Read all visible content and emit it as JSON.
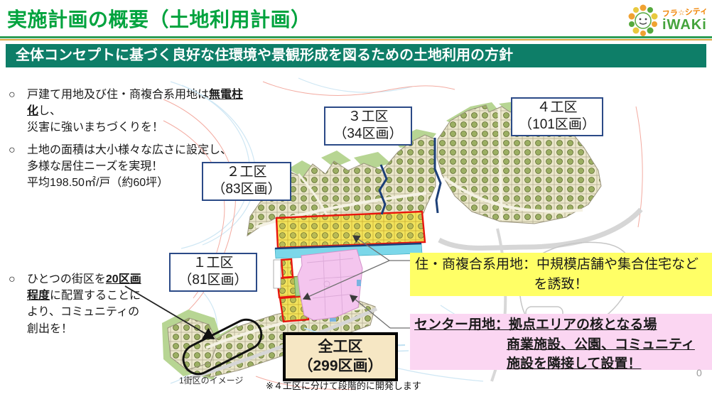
{
  "header": {
    "title": "実施計画の概要（土地利用計画）",
    "banner": "全体コンセプトに基づく良好な住環境や景観形成を図るための土地利用の方針",
    "logo": {
      "top": "フラ☆シティ",
      "bottom": "iWAKi"
    }
  },
  "bullets": [
    {
      "marker": "○",
      "segments": [
        {
          "t": "戸建て用地及び住・商複合系用地は"
        },
        {
          "t": "無電柱化",
          "em": true
        },
        {
          "t": "し、\n災害に強いまちづくりを！"
        }
      ]
    },
    {
      "marker": "○",
      "segments": [
        {
          "t": "土地の面積は大小様々な広さに設定し、\n多様な居住ニーズを実現！\n平均198.50㎡/戸（約60坪）"
        }
      ]
    },
    {
      "marker": "○",
      "segments": [
        {
          "t": "ひとつの街区を"
        },
        {
          "t": "20区画\n程度",
          "em": true
        },
        {
          "t": "に配置することに\nより、コミュニティの\n創出を！"
        }
      ]
    }
  ],
  "map_labels": {
    "zone3": {
      "name": "３工区",
      "count": "（34区画）"
    },
    "zone4": {
      "name": "４工区",
      "count": "（101区画）"
    },
    "zone2": {
      "name": "２工区",
      "count": "（83区画）"
    },
    "zone1": {
      "name": "１工区",
      "count": "（81区画）"
    },
    "all": {
      "name": "全工区",
      "count": "（299区画）"
    }
  },
  "callouts": {
    "yellow": {
      "line1": "住・商複合系用地：中規模店舗や集合住宅など",
      "line2": "を誘致！"
    },
    "pink": {
      "line1": "センター用地：拠点エリアの核となる場",
      "line2": "商業施設、公園、コミュニティ",
      "line3": "施設を隣接して設置！"
    }
  },
  "footer": {
    "block_image_label": "1街区のイメージ",
    "note": "※４工区に分けて段階的に開発します",
    "page_number": "0"
  },
  "colors": {
    "title_green": "#00a33e",
    "banner_teal": "#0e7e68",
    "highlight_yellow": "#ffff66",
    "highlight_pink": "#fbd6f2",
    "zone_box_border": "#2b4a87",
    "map_red_outline": "#e8150d",
    "center_area_pink": "#f4c5ee",
    "mixed_use_yellow": "#f2e35c",
    "water_cyan": "#7bd7e9",
    "phase_boundary_navy": "#1c3f77"
  }
}
